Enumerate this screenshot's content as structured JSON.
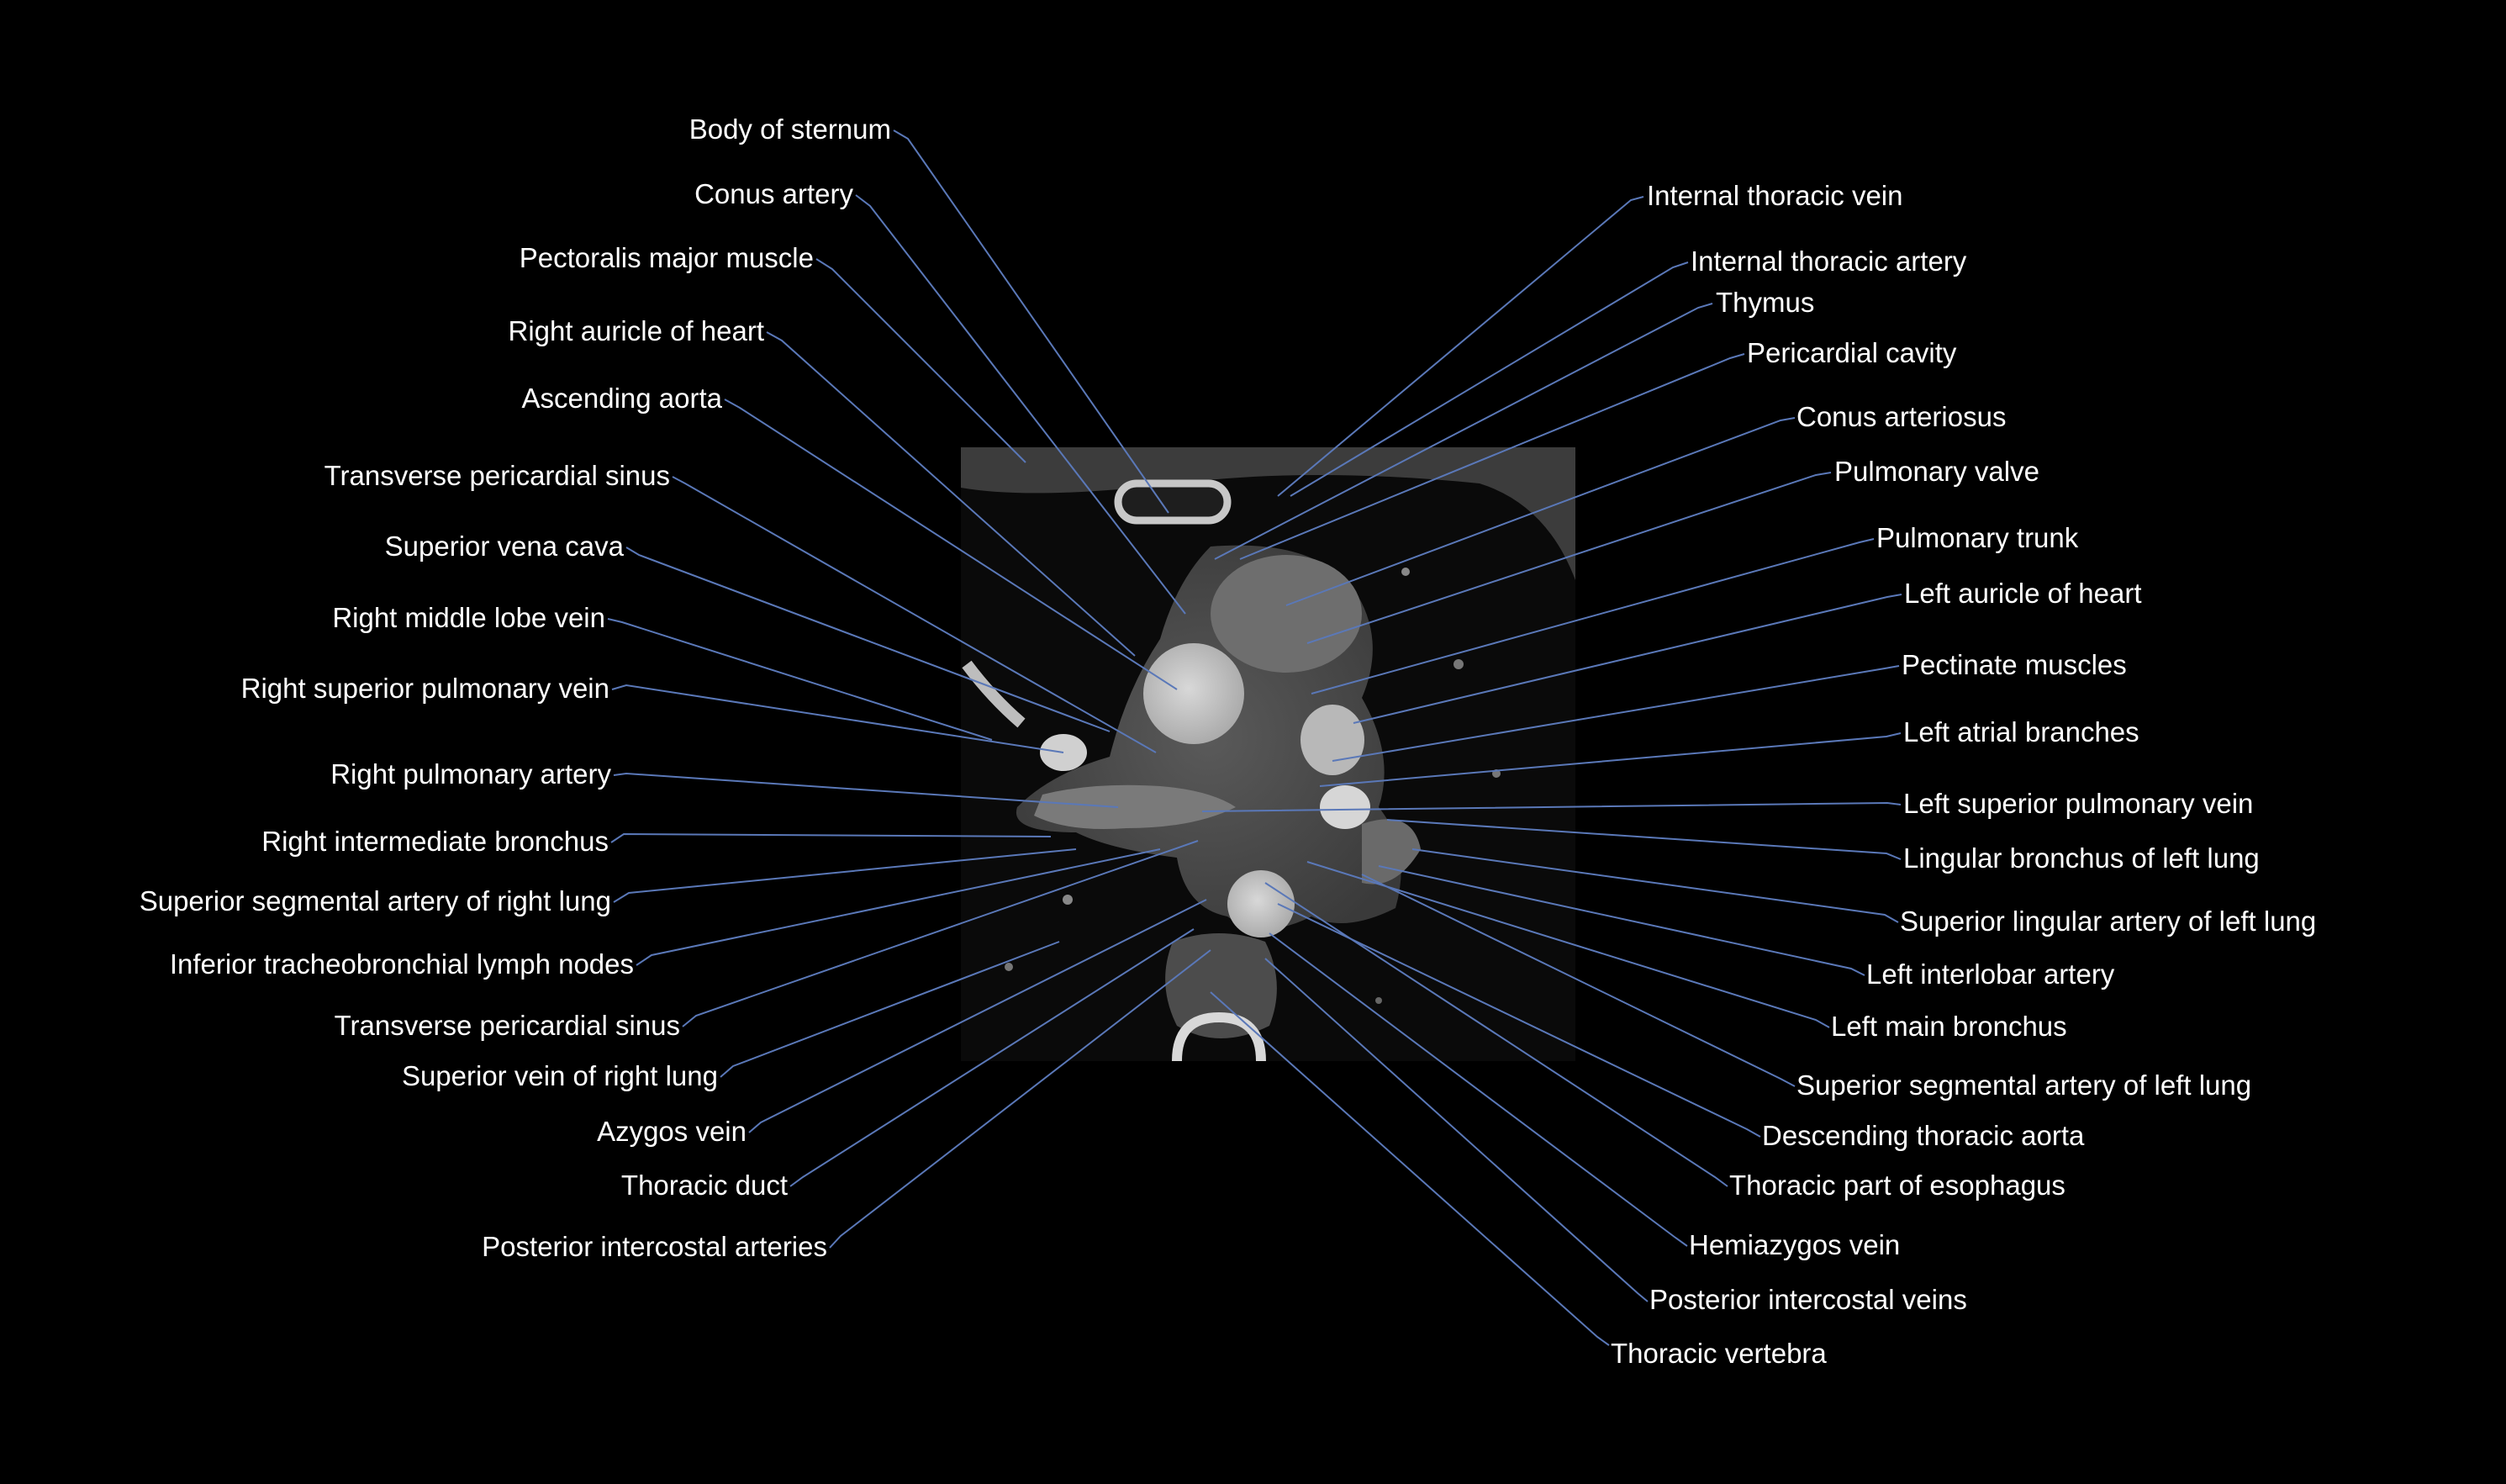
{
  "colors": {
    "background": "#000000",
    "label_text": "#ffffff",
    "leader_line": "#5a78b8"
  },
  "image": {
    "description_icon": "axial-ct-slice-of-thorax"
  },
  "labels_left": [
    "Body of sternum",
    "Conus artery",
    "Pectoralis major muscle",
    "Right auricle of heart",
    "Ascending aorta",
    "Transverse pericardial sinus",
    "Superior vena cava",
    "Right middle lobe vein",
    "Right superior pulmonary vein",
    "Right pulmonary artery",
    "Right intermediate bronchus",
    "Superior segmental artery of right lung",
    "Inferior tracheobronchial lymph nodes",
    "Transverse pericardial sinus",
    "Superior vein of right lung",
    "Azygos vein",
    "Thoracic duct",
    "Posterior intercostal arteries"
  ],
  "labels_right": [
    "Internal thoracic vein",
    "Internal thoracic artery",
    "Thymus",
    "Pericardial cavity",
    "Conus arteriosus",
    "Pulmonary valve",
    "Pulmonary trunk",
    "Left auricle of heart",
    "Pectinate muscles",
    "Left atrial branches",
    "Left superior pulmonary vein",
    "Lingular bronchus of left lung",
    "Superior lingular artery of left lung",
    "Left interlobar artery",
    "Left main bronchus",
    "Superior segmental artery of left lung",
    "Descending thoracic aorta",
    "Thoracic part of esophagus",
    "Hemiazygos vein",
    "Posterior intercostal veins",
    "Thoracic vertebra"
  ]
}
